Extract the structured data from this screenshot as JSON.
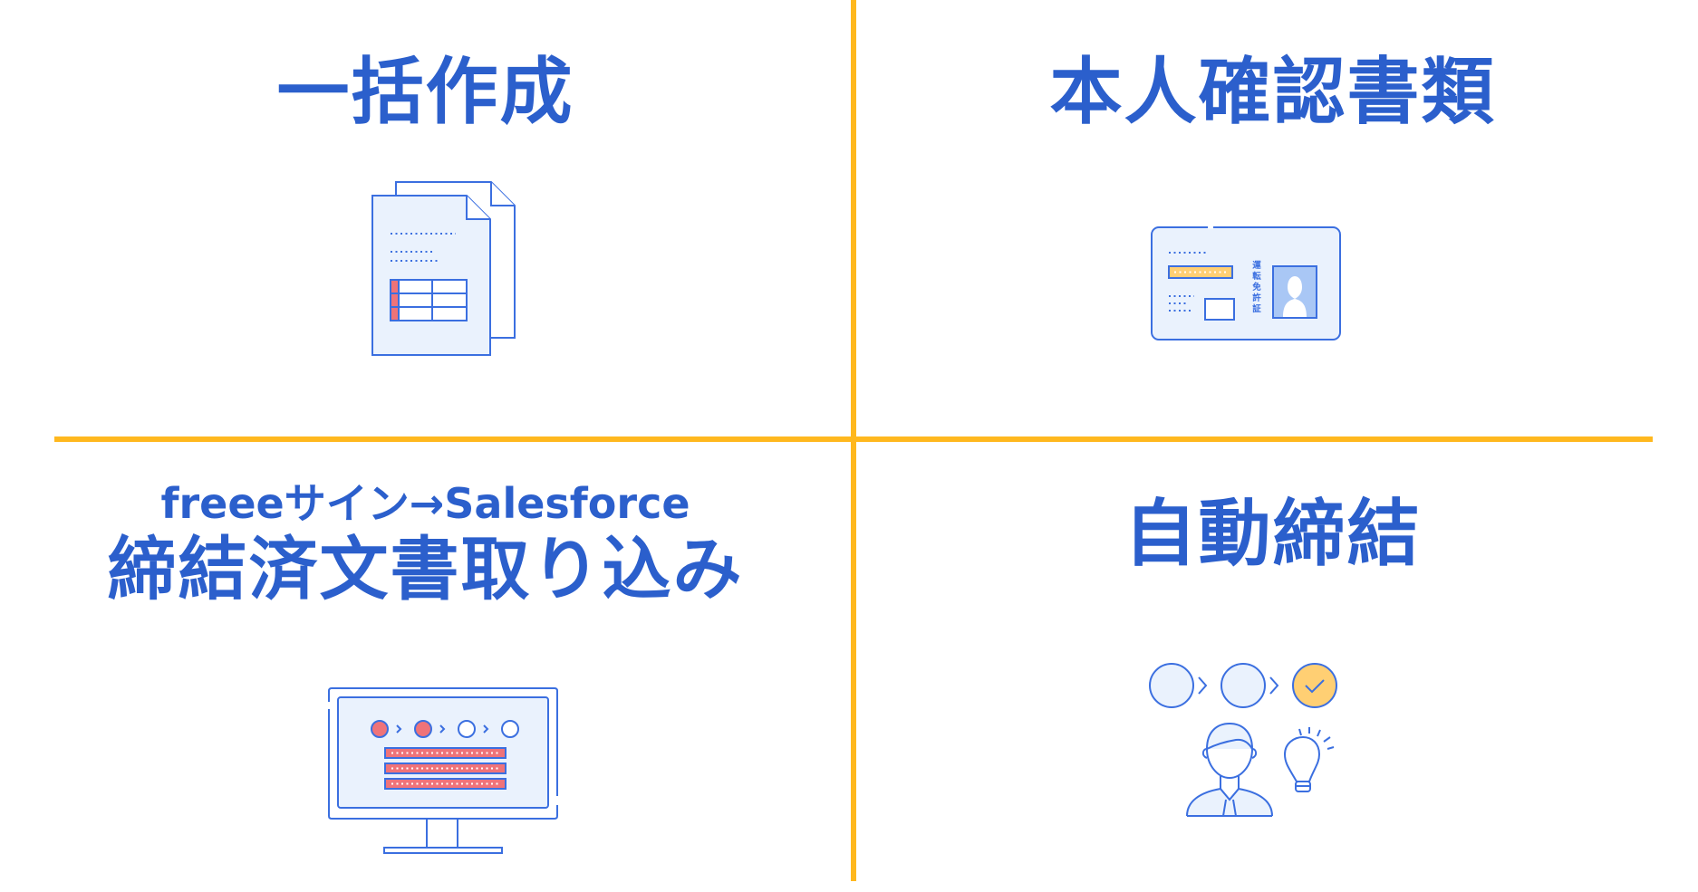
{
  "colors": {
    "brand_blue": "#2b5fcc",
    "icon_stroke": "#3b6fe0",
    "icon_fill_light": "#eaf2fd",
    "divider": "#ffb81e",
    "accent_red": "#ef7379",
    "accent_yellow": "#ffcf73",
    "photo_blue": "#a9c7f5"
  },
  "quadrants": {
    "top_left": {
      "title": "一括作成",
      "icon": "documents-table-icon"
    },
    "top_right": {
      "title": "本人確認書類",
      "icon": "id-card-icon",
      "card_vertical_text": [
        "運",
        "転",
        "免",
        "許",
        "証"
      ]
    },
    "bottom_left": {
      "subtitle": "freeeサイン→Salesforce",
      "title": "締結済文書取り込み",
      "icon": "monitor-steps-icon"
    },
    "bottom_right": {
      "title": "自動締結",
      "icon": "person-idea-steps-icon"
    }
  }
}
